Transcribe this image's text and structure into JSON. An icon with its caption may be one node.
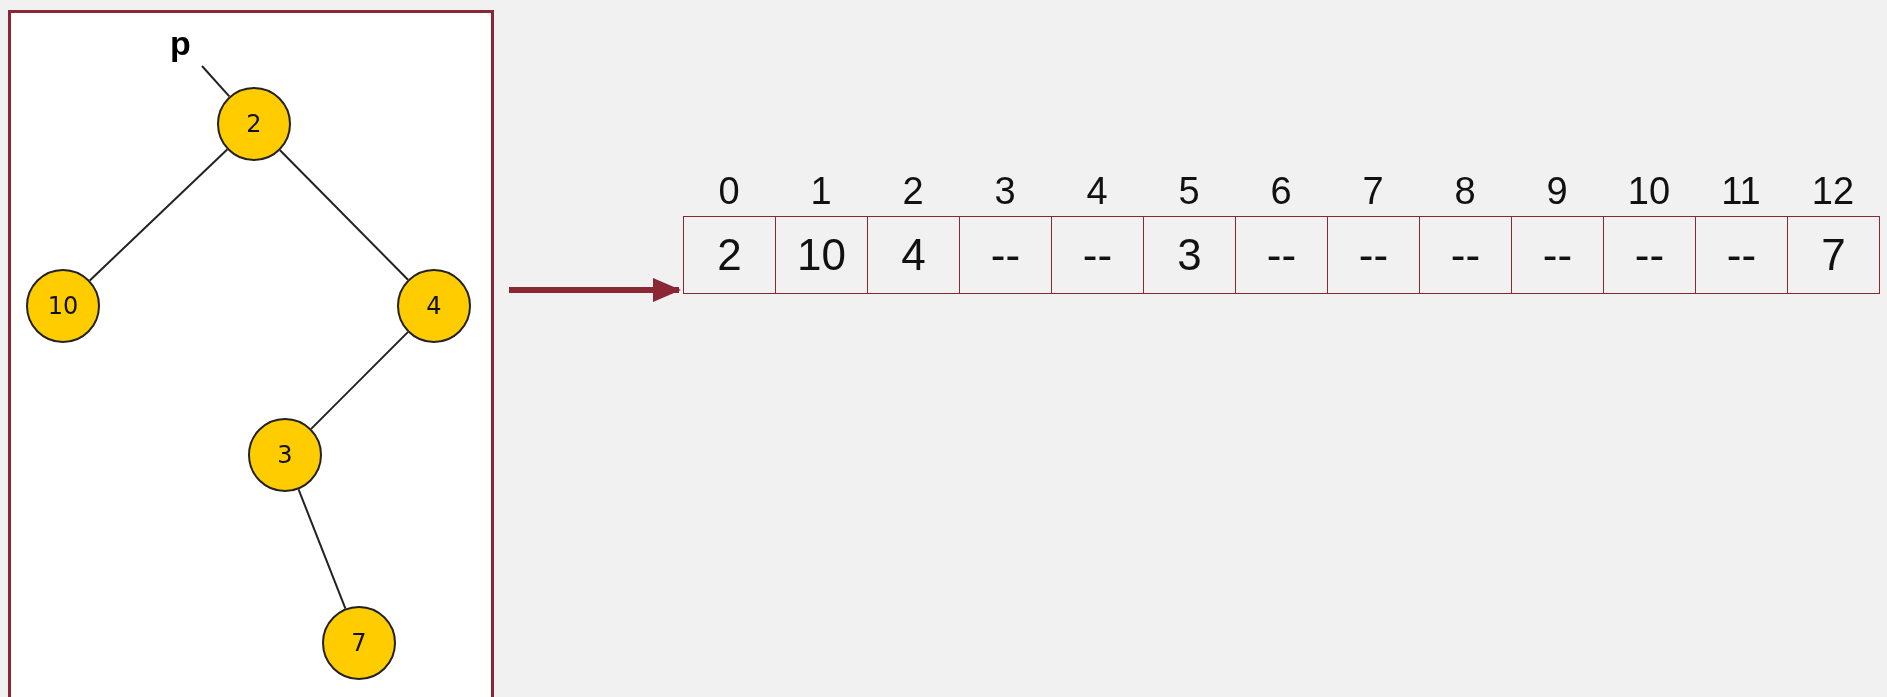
{
  "diagram": {
    "nodes": [
      {
        "text": [],
        "shape": "box"
      },
      {
        "text": [
          "p"
        ],
        "in": 0
      },
      {
        "text": [
          "2"
        ],
        "in": 0
      },
      {
        "text": [
          "10"
        ],
        "in": 0
      },
      {
        "text": [
          "4"
        ],
        "in": 0
      },
      {
        "text": [
          "3"
        ],
        "in": 0
      },
      {
        "text": [
          "7"
        ],
        "in": 0
      },
      {
        "text": [],
        "shape": "box"
      },
      {
        "text": [
          "2"
        ],
        "in": 7
      },
      {
        "text": [
          "10"
        ],
        "in": 7
      },
      {
        "text": [
          "4"
        ],
        "in": 7
      },
      {
        "text": [
          "--"
        ],
        "in": 7
      },
      {
        "text": [
          "--"
        ],
        "in": 7
      },
      {
        "text": [
          "3"
        ],
        "in": 7
      },
      {
        "text": [
          "--"
        ],
        "in": 7
      },
      {
        "text": [
          "--"
        ],
        "in": 7
      },
      {
        "text": [
          "--"
        ],
        "in": 7
      },
      {
        "text": [
          "--"
        ],
        "in": 7
      },
      {
        "text": [
          "--"
        ],
        "in": 7
      },
      {
        "text": [
          "--"
        ],
        "in": 7
      },
      {
        "text": [
          "7"
        ],
        "in": 7
      }
    ],
    "edges": [
      {
        "from": 1,
        "to": 2,
        "arrow": "none"
      },
      {
        "from": 2,
        "to": 3,
        "arrow": "none"
      },
      {
        "from": 2,
        "to": 4,
        "arrow": "none"
      },
      {
        "from": 4,
        "to": 5,
        "arrow": "none"
      },
      {
        "from": 5,
        "to": 6,
        "arrow": "none"
      },
      {
        "from": 0,
        "to": 7,
        "arrow": "to",
        "style": "thick",
        "color": "#8b2635"
      }
    ],
    "labels": [
      "0",
      "1",
      "2",
      "3",
      "4",
      "5",
      "6",
      "7",
      "8",
      "9",
      "10",
      "11",
      "12"
    ]
  }
}
